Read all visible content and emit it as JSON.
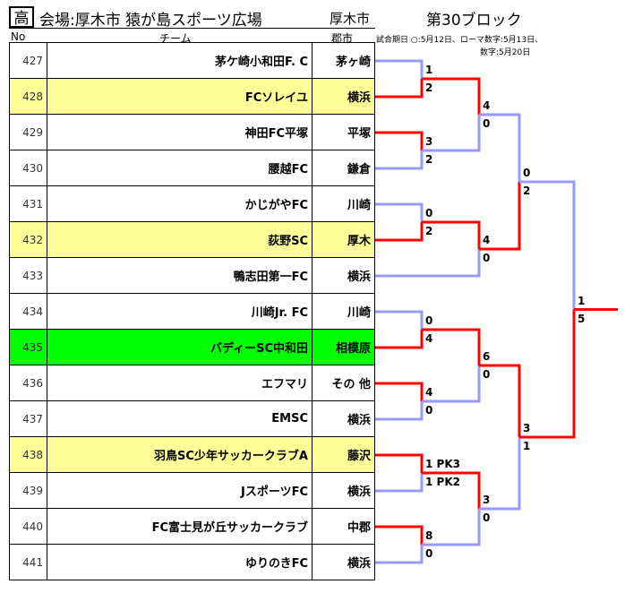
{
  "header": {
    "grade": "高",
    "venue": "会場:厚木市 猿が島スポーツ広場",
    "city": "厚木市",
    "block": "第30ブロック",
    "col_no": "No",
    "col_team": "チーム",
    "col_city": "郡市",
    "note_line1": "試合期日 ○:5月12日、ローマ数字:5月13日、",
    "note_line2": "数字:5月20日"
  },
  "colors": {
    "winner": "#ff0000",
    "loser": "#9999ff",
    "highlight_yellow": "#ffff99",
    "highlight_green": "#00ff00"
  },
  "teams": [
    {
      "no": "427",
      "name": "茅ケ崎小和田F. C",
      "city": "茅ヶ崎",
      "hl": ""
    },
    {
      "no": "428",
      "name": "FCソレイユ",
      "city": "横浜",
      "hl": "yellow"
    },
    {
      "no": "429",
      "name": "神田FC平塚",
      "city": "平塚",
      "hl": ""
    },
    {
      "no": "430",
      "name": "腰越FC",
      "city": "鎌倉",
      "hl": ""
    },
    {
      "no": "431",
      "name": "かじがやFC",
      "city": "川崎",
      "hl": ""
    },
    {
      "no": "432",
      "name": "荻野SC",
      "city": "厚木",
      "hl": "yellow"
    },
    {
      "no": "433",
      "name": "鴨志田第一FC",
      "city": "横浜",
      "hl": ""
    },
    {
      "no": "434",
      "name": "川崎Jr. FC",
      "city": "川崎",
      "hl": ""
    },
    {
      "no": "435",
      "name": "バディーSC中和田",
      "city": "相模原",
      "hl": "green"
    },
    {
      "no": "436",
      "name": "エフマリ",
      "city": "その 他",
      "hl": ""
    },
    {
      "no": "437",
      "name": "EMSC",
      "city": "横浜",
      "hl": ""
    },
    {
      "no": "438",
      "name": "羽鳥SC少年サッカークラブA",
      "city": "藤沢",
      "hl": "yellow"
    },
    {
      "no": "439",
      "name": "JスポーツFC",
      "city": "横浜",
      "hl": ""
    },
    {
      "no": "440",
      "name": "FC富士見が丘サッカークラブ",
      "city": "中郡",
      "hl": ""
    },
    {
      "no": "441",
      "name": "ゆりのきFC",
      "city": "横浜",
      "hl": ""
    }
  ],
  "matches": [
    {
      "top": "1",
      "bottom": "2",
      "winner": "bottom"
    },
    {
      "top": "3",
      "bottom": "2",
      "winner": "top"
    },
    {
      "top": "0",
      "bottom": "2",
      "winner": "bottom"
    },
    {
      "top": "0",
      "bottom": "4",
      "winner": "bottom"
    },
    {
      "top": "4",
      "bottom": "0",
      "winner": "top"
    },
    {
      "top": "1 PK3",
      "bottom": "1 PK2",
      "winner": "top"
    },
    {
      "top": "8",
      "bottom": "0",
      "winner": "top"
    },
    {
      "top": "4",
      "bottom": "0",
      "winner": "top"
    },
    {
      "top": "4",
      "bottom": "0",
      "winner": "top"
    },
    {
      "top": "6",
      "bottom": "0",
      "winner": "top"
    },
    {
      "top": "3",
      "bottom": "0",
      "winner": "top"
    },
    {
      "top": "0",
      "bottom": "2",
      "winner": "bottom"
    },
    {
      "top": "3",
      "bottom": "1",
      "winner": "top"
    },
    {
      "top": "1",
      "bottom": "5",
      "winner": "bottom"
    }
  ]
}
